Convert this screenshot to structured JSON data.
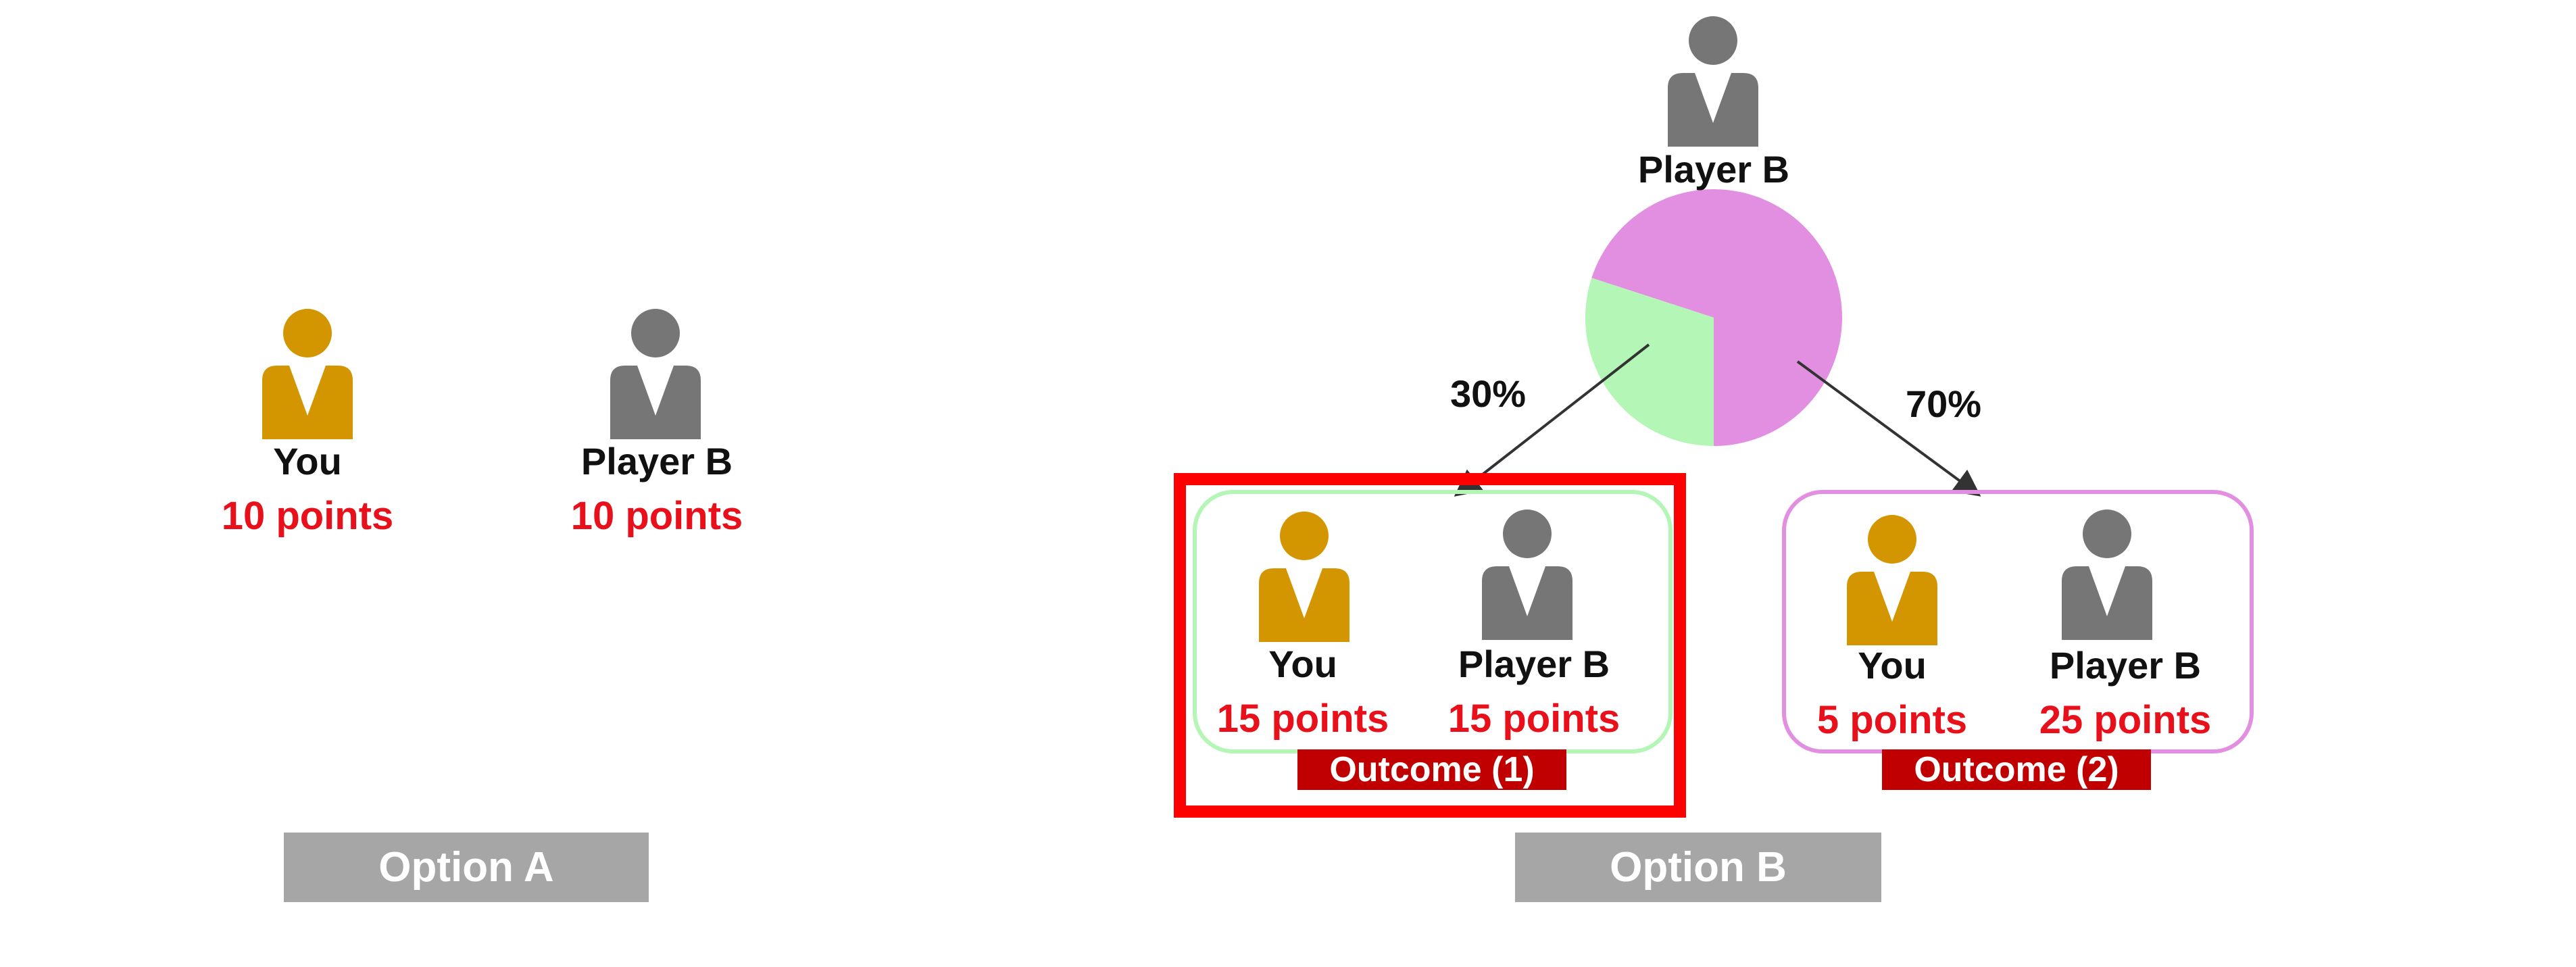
{
  "colors": {
    "you": "#d39600",
    "player_b": "#767676",
    "points": "#e8101a",
    "green_slice": "#b3f6b5",
    "pink_slice": "#e38fe1",
    "outcome_label_bg": "#c00000",
    "option_button_bg": "#a6a6a6",
    "highlight_border": "#ff0000"
  },
  "option_a": {
    "button_label": "Option A",
    "you": {
      "name": "You",
      "points": "10 points"
    },
    "player_b": {
      "name": "Player B",
      "points": "10 points"
    }
  },
  "option_b": {
    "button_label": "Option B",
    "chooser": {
      "name": "Player B"
    },
    "probabilities": {
      "outcome_1": 0.3,
      "outcome_2": 0.7
    },
    "pct_labels": {
      "outcome_1": "30%",
      "outcome_2": "70%"
    },
    "outcome_1": {
      "label": "Outcome (1)",
      "you": {
        "name": "You",
        "points": "15 points"
      },
      "player_b": {
        "name": "Player B",
        "points": "15 points"
      }
    },
    "outcome_2": {
      "label": "Outcome (2)",
      "you": {
        "name": "You",
        "points": "5 points"
      },
      "player_b": {
        "name": "Player B",
        "points": "25 points"
      }
    }
  }
}
